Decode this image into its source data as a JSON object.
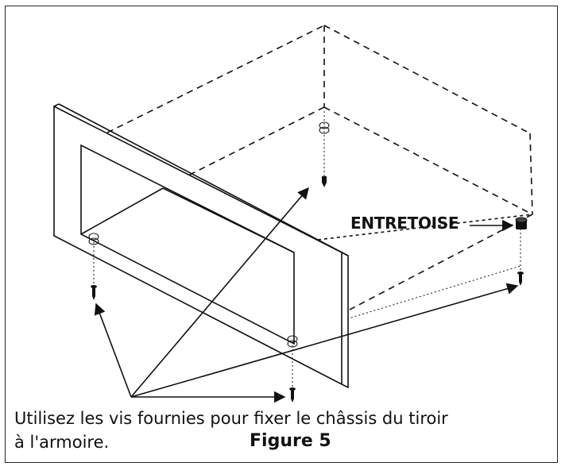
{
  "labels": {
    "spacer": "ENTRETOISE"
  },
  "caption": {
    "line1": "Utilisez les vis fournies pour fixer le châssis du tiroir",
    "line2": "à l'armoire."
  },
  "figure_title": "Figure 5",
  "colors": {
    "line": "#111111",
    "background": "#ffffff"
  }
}
